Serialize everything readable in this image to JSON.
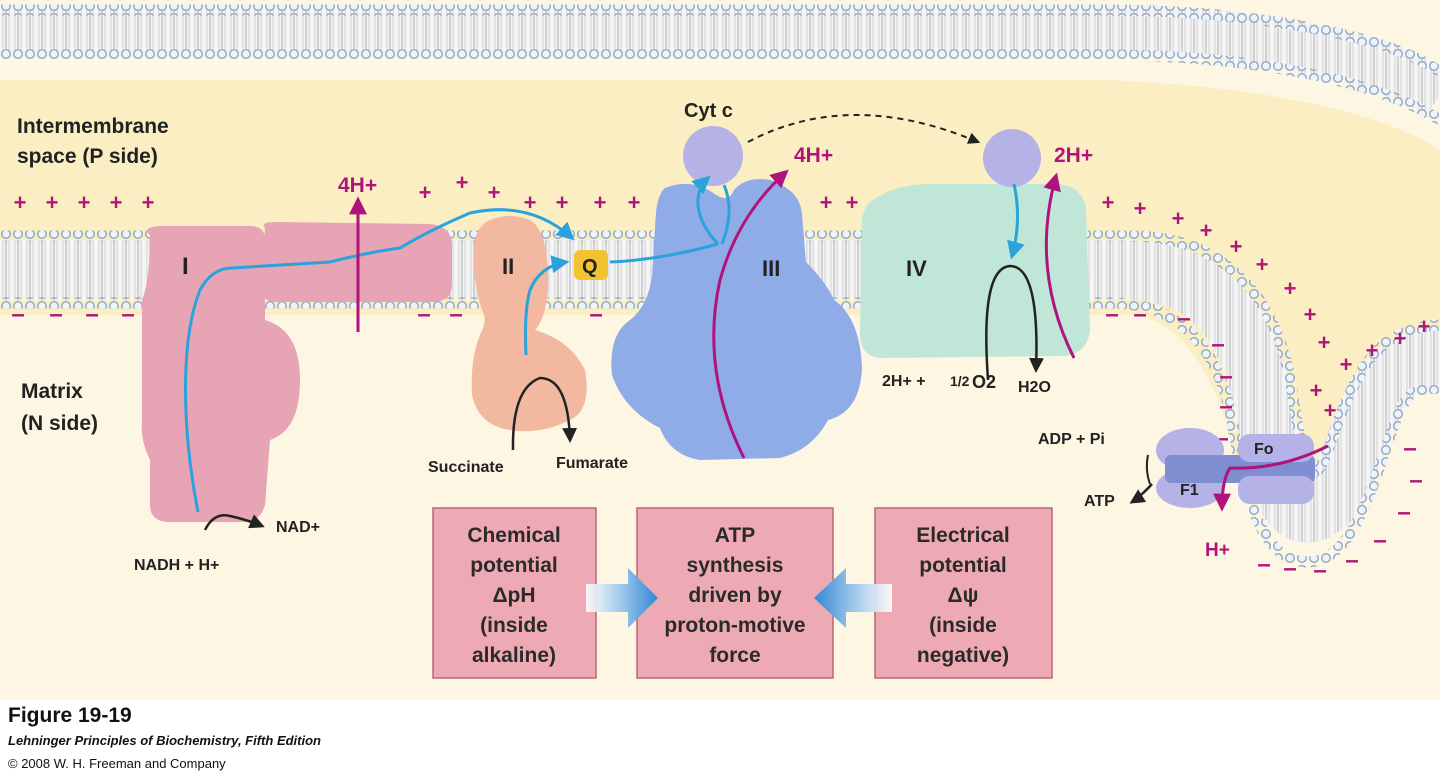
{
  "labels": {
    "intermembrane_line1": "Intermembrane",
    "intermembrane_line2": "space (P side)",
    "matrix_line1": "Matrix",
    "matrix_line2": "(N side)",
    "complex_1": "I",
    "complex_2": "II",
    "complex_3": "III",
    "complex_4": "IV",
    "q": "Q",
    "cyt_c": "Cyt c",
    "h_4_a": "4H+",
    "h_4_b": "4H+",
    "h_2": "2H+",
    "h_atp": "H+",
    "nadh": "NADH + H+",
    "nad": "NAD+",
    "succinate": "Succinate",
    "fumarate": "Fumarate",
    "oxygen_reaction_left": "2H+ +",
    "oxygen_fraction": "1/2",
    "oxygen": "O2",
    "water": "H2O",
    "adp": "ADP + Pi",
    "atp": "ATP",
    "fo": "Fo",
    "f1": "F1",
    "plus": "+",
    "minus": "–"
  },
  "boxes": [
    {
      "lines": [
        "Chemical",
        "potential",
        "ΔpH",
        "(inside",
        "alkaline)"
      ]
    },
    {
      "lines": [
        "ATP",
        "synthesis",
        "driven by",
        "proton-motive",
        "force"
      ]
    },
    {
      "lines": [
        "Electrical",
        "potential",
        "Δψ",
        "(inside",
        "negative)"
      ]
    }
  ],
  "caption": {
    "figure": "Figure 19-19",
    "book": "Lehninger Principles of Biochemistry, Fifth Edition",
    "copyright": "© 2008 W. H. Freeman and Company"
  },
  "colors": {
    "membrane_head": "#9fb3cf",
    "intermembrane": "#fbeec2",
    "matrix": "#fdf6e3",
    "complex_1": "#e6a4b4",
    "complex_2": "#f2b9a0",
    "complex_3": "#8fabe8",
    "complex_4": "#bfe6d6",
    "cyt_c": "#b4b2e6",
    "q": "#f2c230",
    "electron_arrow": "#2aa3dc",
    "proton_arrow": "#b0137a",
    "box_fill": "#eeaab4"
  }
}
